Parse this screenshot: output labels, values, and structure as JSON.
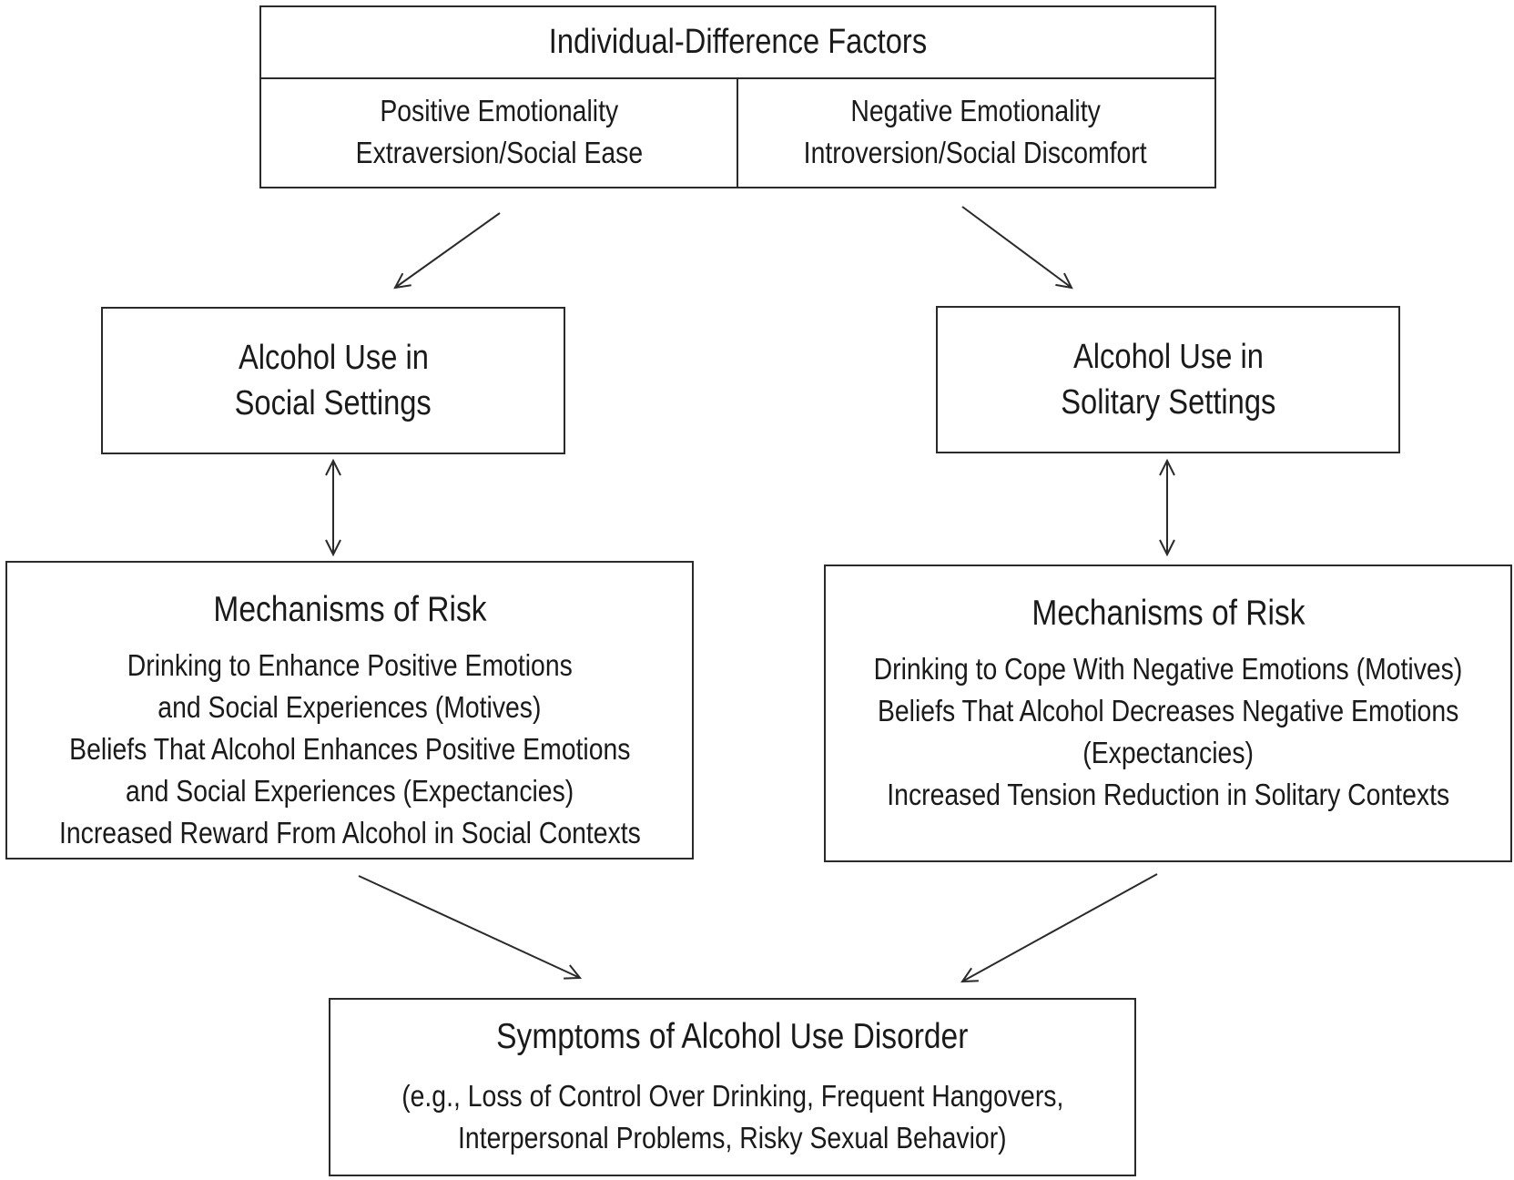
{
  "factors": {
    "title": "Individual-Difference Factors",
    "positive": {
      "line1": "Positive Emotionality",
      "line2": "Extraversion/Social Ease"
    },
    "negative": {
      "line1": "Negative Emotionality",
      "line2": "Introversion/Social Discomfort"
    }
  },
  "social_setting": {
    "line1": "Alcohol Use in",
    "line2": "Social Settings"
  },
  "solitary_setting": {
    "line1": "Alcohol Use in",
    "line2": "Solitary Settings"
  },
  "mechanisms_left": {
    "title": "Mechanisms of Risk",
    "lines": [
      "Drinking to Enhance Positive Emotions",
      "and Social Experiences (Motives)",
      "Beliefs That Alcohol Enhances Positive Emotions",
      "and Social Experiences (Expectancies)",
      "Increased Reward From Alcohol in Social Contexts"
    ]
  },
  "mechanisms_right": {
    "title": "Mechanisms of Risk",
    "lines": [
      "Drinking to Cope With Negative Emotions (Motives)",
      "Beliefs That Alcohol Decreases Negative Emotions",
      "(Expectancies)",
      "Increased Tension Reduction in Solitary Contexts"
    ]
  },
  "symptoms": {
    "title": "Symptoms of Alcohol Use Disorder",
    "line1": "(e.g., Loss of Control Over Drinking, Frequent Hangovers,",
    "line2": "Interpersonal Problems, Risky Sexual Behavior)"
  }
}
